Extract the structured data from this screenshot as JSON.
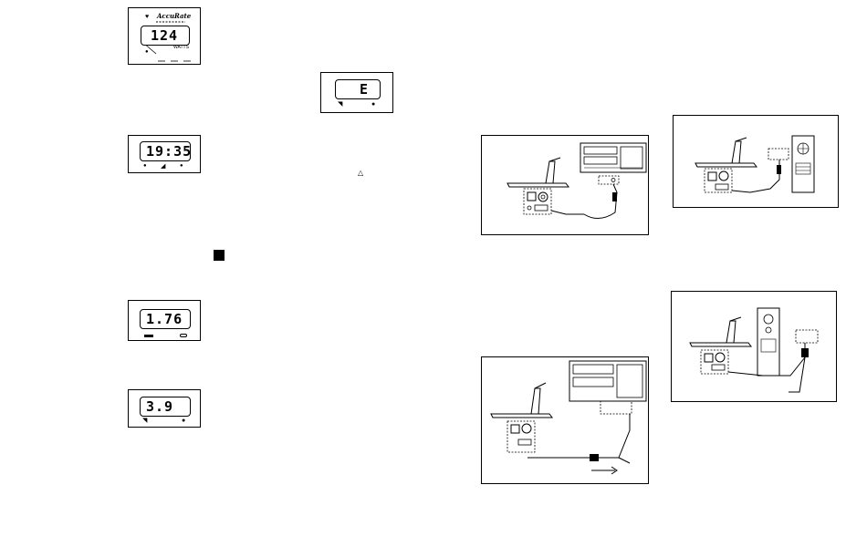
{
  "watts_display": {
    "brand": "AccuRate",
    "value": "124",
    "unit": "WATTS"
  },
  "error_display": {
    "value": "E"
  },
  "time_display": {
    "value": "19:35"
  },
  "distance_display": {
    "value": "1.76"
  },
  "speed_display": {
    "value": "3.9"
  },
  "marks": {
    "triangle": "△"
  }
}
